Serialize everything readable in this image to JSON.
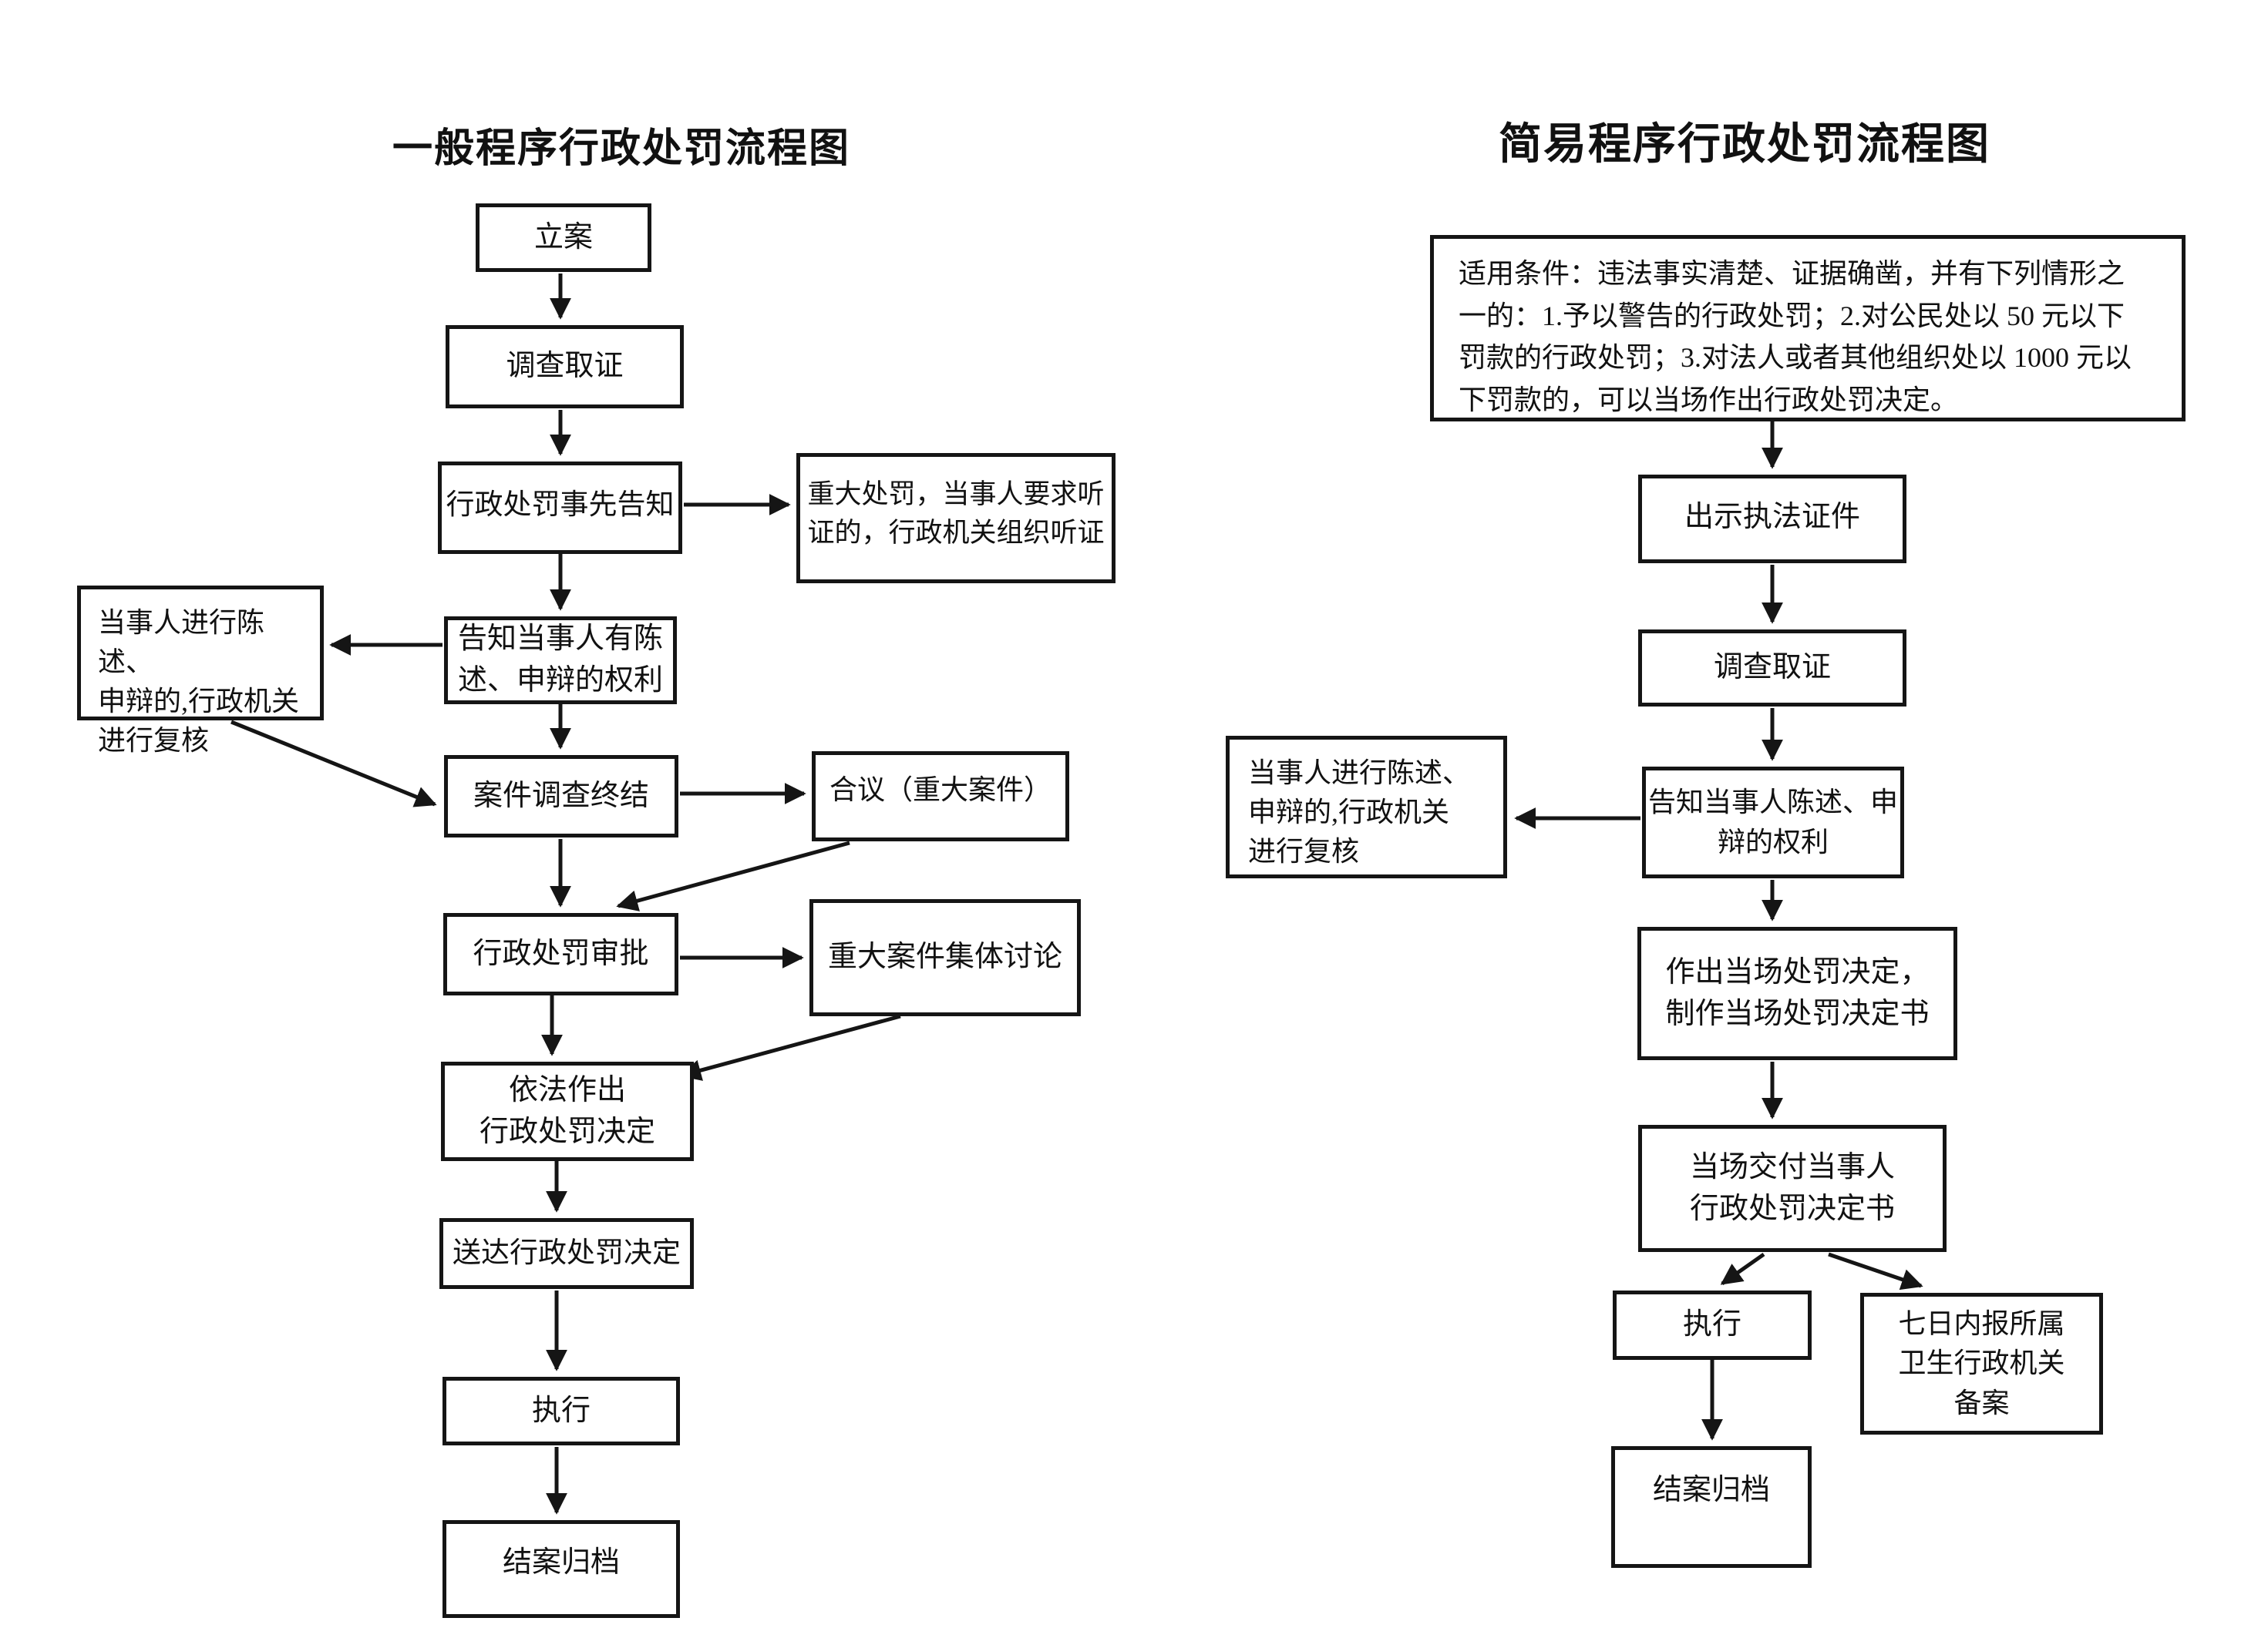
{
  "page": {
    "background_color": "#ffffff",
    "ink_color": "#111111"
  },
  "left_chart": {
    "title": "一般程序行政处罚流程图",
    "nodes": {
      "li_an": "立案",
      "diaocha_quzheng": "调查取证",
      "shixian_gaozhi": "行政处罚事先告知",
      "zhongda_tingzheng": "重大处罚，当事人要求听\n证的，行政机关组织听证",
      "gaozhi_chenshu": "告知当事人有陈\n述、申辩的权利",
      "dangshiren_fuhe": "当事人进行陈述、\n申辩的,行政机关\n进行复核",
      "anjian_zhongjie": "案件调查终结",
      "heyi": "合议（重大案件）",
      "chufa_shenpi": "行政处罚审批",
      "jiti_taolun": "重大案件集体讨论",
      "yifa_zuochu": "依法作出\n行政处罚决定",
      "songda_jueding": "送达行政处罚决定",
      "zhixing": "执行",
      "jiean_guidang": "结案归档"
    },
    "edges": [
      {
        "from": "li_an",
        "to": "diaocha_quzheng"
      },
      {
        "from": "diaocha_quzheng",
        "to": "shixian_gaozhi"
      },
      {
        "from": "shixian_gaozhi",
        "to": "zhongda_tingzheng"
      },
      {
        "from": "shixian_gaozhi",
        "to": "gaozhi_chenshu"
      },
      {
        "from": "gaozhi_chenshu",
        "to": "dangshiren_fuhe"
      },
      {
        "from": "dangshiren_fuhe",
        "to": "anjian_zhongjie"
      },
      {
        "from": "gaozhi_chenshu",
        "to": "anjian_zhongjie"
      },
      {
        "from": "anjian_zhongjie",
        "to": "heyi"
      },
      {
        "from": "heyi",
        "to": "chufa_shenpi"
      },
      {
        "from": "anjian_zhongjie",
        "to": "chufa_shenpi"
      },
      {
        "from": "chufa_shenpi",
        "to": "jiti_taolun"
      },
      {
        "from": "jiti_taolun",
        "to": "yifa_zuochu"
      },
      {
        "from": "chufa_shenpi",
        "to": "yifa_zuochu"
      },
      {
        "from": "yifa_zuochu",
        "to": "songda_jueding"
      },
      {
        "from": "songda_jueding",
        "to": "zhixing"
      },
      {
        "from": "zhixing",
        "to": "jiean_guidang"
      }
    ]
  },
  "right_chart": {
    "title": "简易程序行政处罚流程图",
    "nodes": {
      "shiyong_tiaojian": "适用条件：违法事实清楚、证据确凿，并有下列情形之\n一的：1.予以警告的行政处罚；2.对公民处以 50 元以下\n罚款的行政处罚；3.对法人或者其他组织处以 1000 元以\n下罚款的，可以当场作出行政处罚决定。",
      "chushi_zhengjian": "出示执法证件",
      "diaocha_quzheng": "调查取证",
      "gaozhi_chenshu": "告知当事人陈述、申\n辩的权利",
      "dangshiren_fuhe": "当事人进行陈述、\n申辩的,行政机关\n进行复核",
      "zuochu_dangchang": "作出当场处罚决定，\n制作当场处罚决定书",
      "dangchang_jiaofu": "当场交付当事人\n行政处罚决定书",
      "zhixing": "执行",
      "qiri_beian": "七日内报所属\n卫生行政机关\n备案",
      "jiean_guidang": "结案归档"
    },
    "edges": [
      {
        "from": "shiyong_tiaojian",
        "to": "chushi_zhengjian"
      },
      {
        "from": "chushi_zhengjian",
        "to": "diaocha_quzheng"
      },
      {
        "from": "diaocha_quzheng",
        "to": "gaozhi_chenshu"
      },
      {
        "from": "gaozhi_chenshu",
        "to": "dangshiren_fuhe"
      },
      {
        "from": "gaozhi_chenshu",
        "to": "zuochu_dangchang"
      },
      {
        "from": "zuochu_dangchang",
        "to": "dangchang_jiaofu"
      },
      {
        "from": "dangchang_jiaofu",
        "to": "zhixing"
      },
      {
        "from": "dangchang_jiaofu",
        "to": "qiri_beian"
      },
      {
        "from": "zhixing",
        "to": "jiean_guidang"
      }
    ]
  }
}
